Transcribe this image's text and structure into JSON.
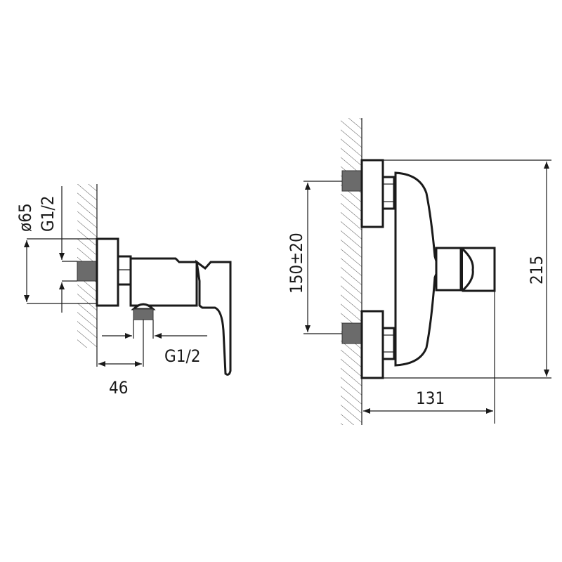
{
  "side_view": {
    "dim_diameter": "ø65",
    "dim_inlet_thread": "G1/2",
    "dim_outlet_thread": "G1/2",
    "dim_outlet_offset": "46"
  },
  "front_view": {
    "dim_inlet_spacing": "150±20",
    "dim_height": "215",
    "dim_depth": "131"
  }
}
